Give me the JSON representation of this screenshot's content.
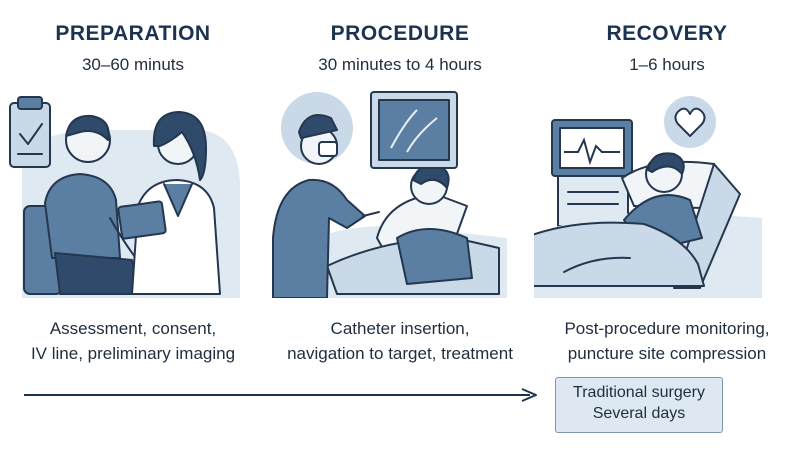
{
  "stages": [
    {
      "title": "PREPARATION",
      "duration": "30–60 minuts",
      "description": [
        "Assessment, consent,",
        "IV line, preliminary imaging"
      ]
    },
    {
      "title": "PROCEDURE",
      "duration": "30 minutes to 4 hours",
      "description": [
        "Catheter insertion,",
        "navigation to target, treatment"
      ]
    },
    {
      "title": "RECOVERY",
      "duration": "1–6 hours",
      "description": [
        "Post-procedure monitoring,",
        "puncture site compression"
      ]
    }
  ],
  "comparison": {
    "label": "Traditional surgery",
    "value": "Several days"
  },
  "colors": {
    "heading": "#1c3350",
    "illustration_blue": "#5b7fa3",
    "illustration_light": "#c9d9e8",
    "callout_bg": "#dde8f2"
  },
  "icons": [
    "clipboard-check-icon",
    "heart-icon",
    "ecg-monitor-icon",
    "xray-screen-icon"
  ]
}
